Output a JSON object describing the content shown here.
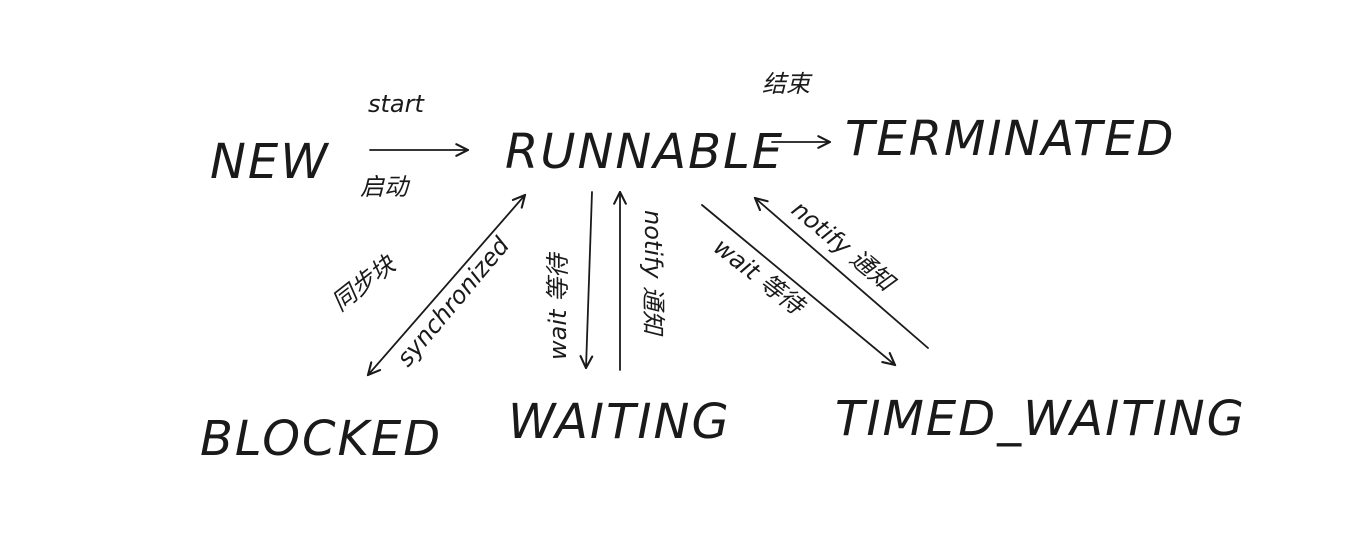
{
  "states": {
    "new": "NEW",
    "runnable": "RUNNABLE",
    "terminated": "TERMINATED",
    "blocked": "BLOCKED",
    "waiting": "WAITING",
    "timed_waiting": "TIMED_WAITING"
  },
  "edges": {
    "start_en": "start",
    "start_zh": "启动",
    "terminate_zh": "结束",
    "blocked_zh": "同步块",
    "blocked_en": "synchronized",
    "wait_label": "wait 等待",
    "notify_label": "notify 通知",
    "timed_wait_label": "wait 等待",
    "timed_notify_label": "notify 通知"
  },
  "colors": {
    "ink": "#1a1a1a",
    "background": "#ffffff"
  }
}
